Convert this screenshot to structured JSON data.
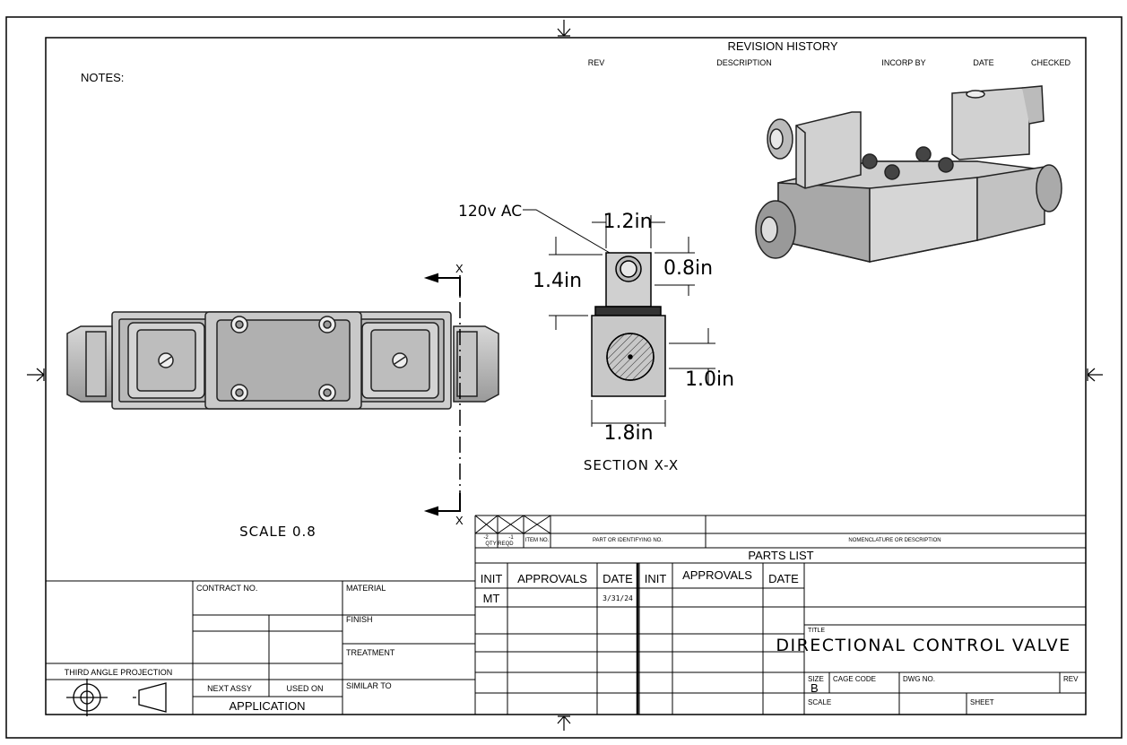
{
  "notes": {
    "label": "NOTES:"
  },
  "revision_history": {
    "title": "REVISION HISTORY",
    "columns": [
      "REV",
      "DESCRIPTION",
      "INCORP BY",
      "DATE",
      "CHECKED"
    ]
  },
  "section_view": {
    "callout_label": "120v AC",
    "dimensions": [
      "1.2in",
      "1.4in",
      "0.8in",
      "1.0in",
      "1.8in"
    ],
    "caption": "SECTION X-X",
    "cut_marker": "X"
  },
  "front_view": {
    "scale_label": "SCALE 0.8"
  },
  "parts_list": {
    "title": "PARTS LIST",
    "qty_label": "-2",
    "qty_label2": "-1",
    "qty_sub": "QTY REQD",
    "item_label": "ITEM NO.",
    "part_label": "PART OR IDENTIFYING NO.",
    "nomenclature_label": "NOMENCLATURE OR DESCRIPTION"
  },
  "approvals": {
    "headers": [
      "INIT",
      "APPROVALS",
      "DATE",
      "INIT",
      "APPROVALS",
      "DATE"
    ],
    "first_init": "MT",
    "first_date": "3/31/24"
  },
  "left_block": {
    "contract_label": "CONTRACT NO.",
    "material_label": "MATERIAL",
    "finish_label": "FINISH",
    "treatment_label": "TREATMENT",
    "similar_label": "SIMILAR TO",
    "projection_label": "THIRD ANGLE PROJECTION",
    "next_assy_label": "NEXT ASSY",
    "used_on_label": "USED ON",
    "application_label": "APPLICATION"
  },
  "title_block": {
    "title_label": "TITLE",
    "title_value": "DIRECTIONAL CONTROL VALVE",
    "size_label": "SIZE",
    "size_value": "B",
    "cage_label": "CAGE CODE",
    "dwg_label": "DWG NO.",
    "rev_label": "REV",
    "scale_label": "SCALE",
    "sheet_label": "SHEET"
  }
}
